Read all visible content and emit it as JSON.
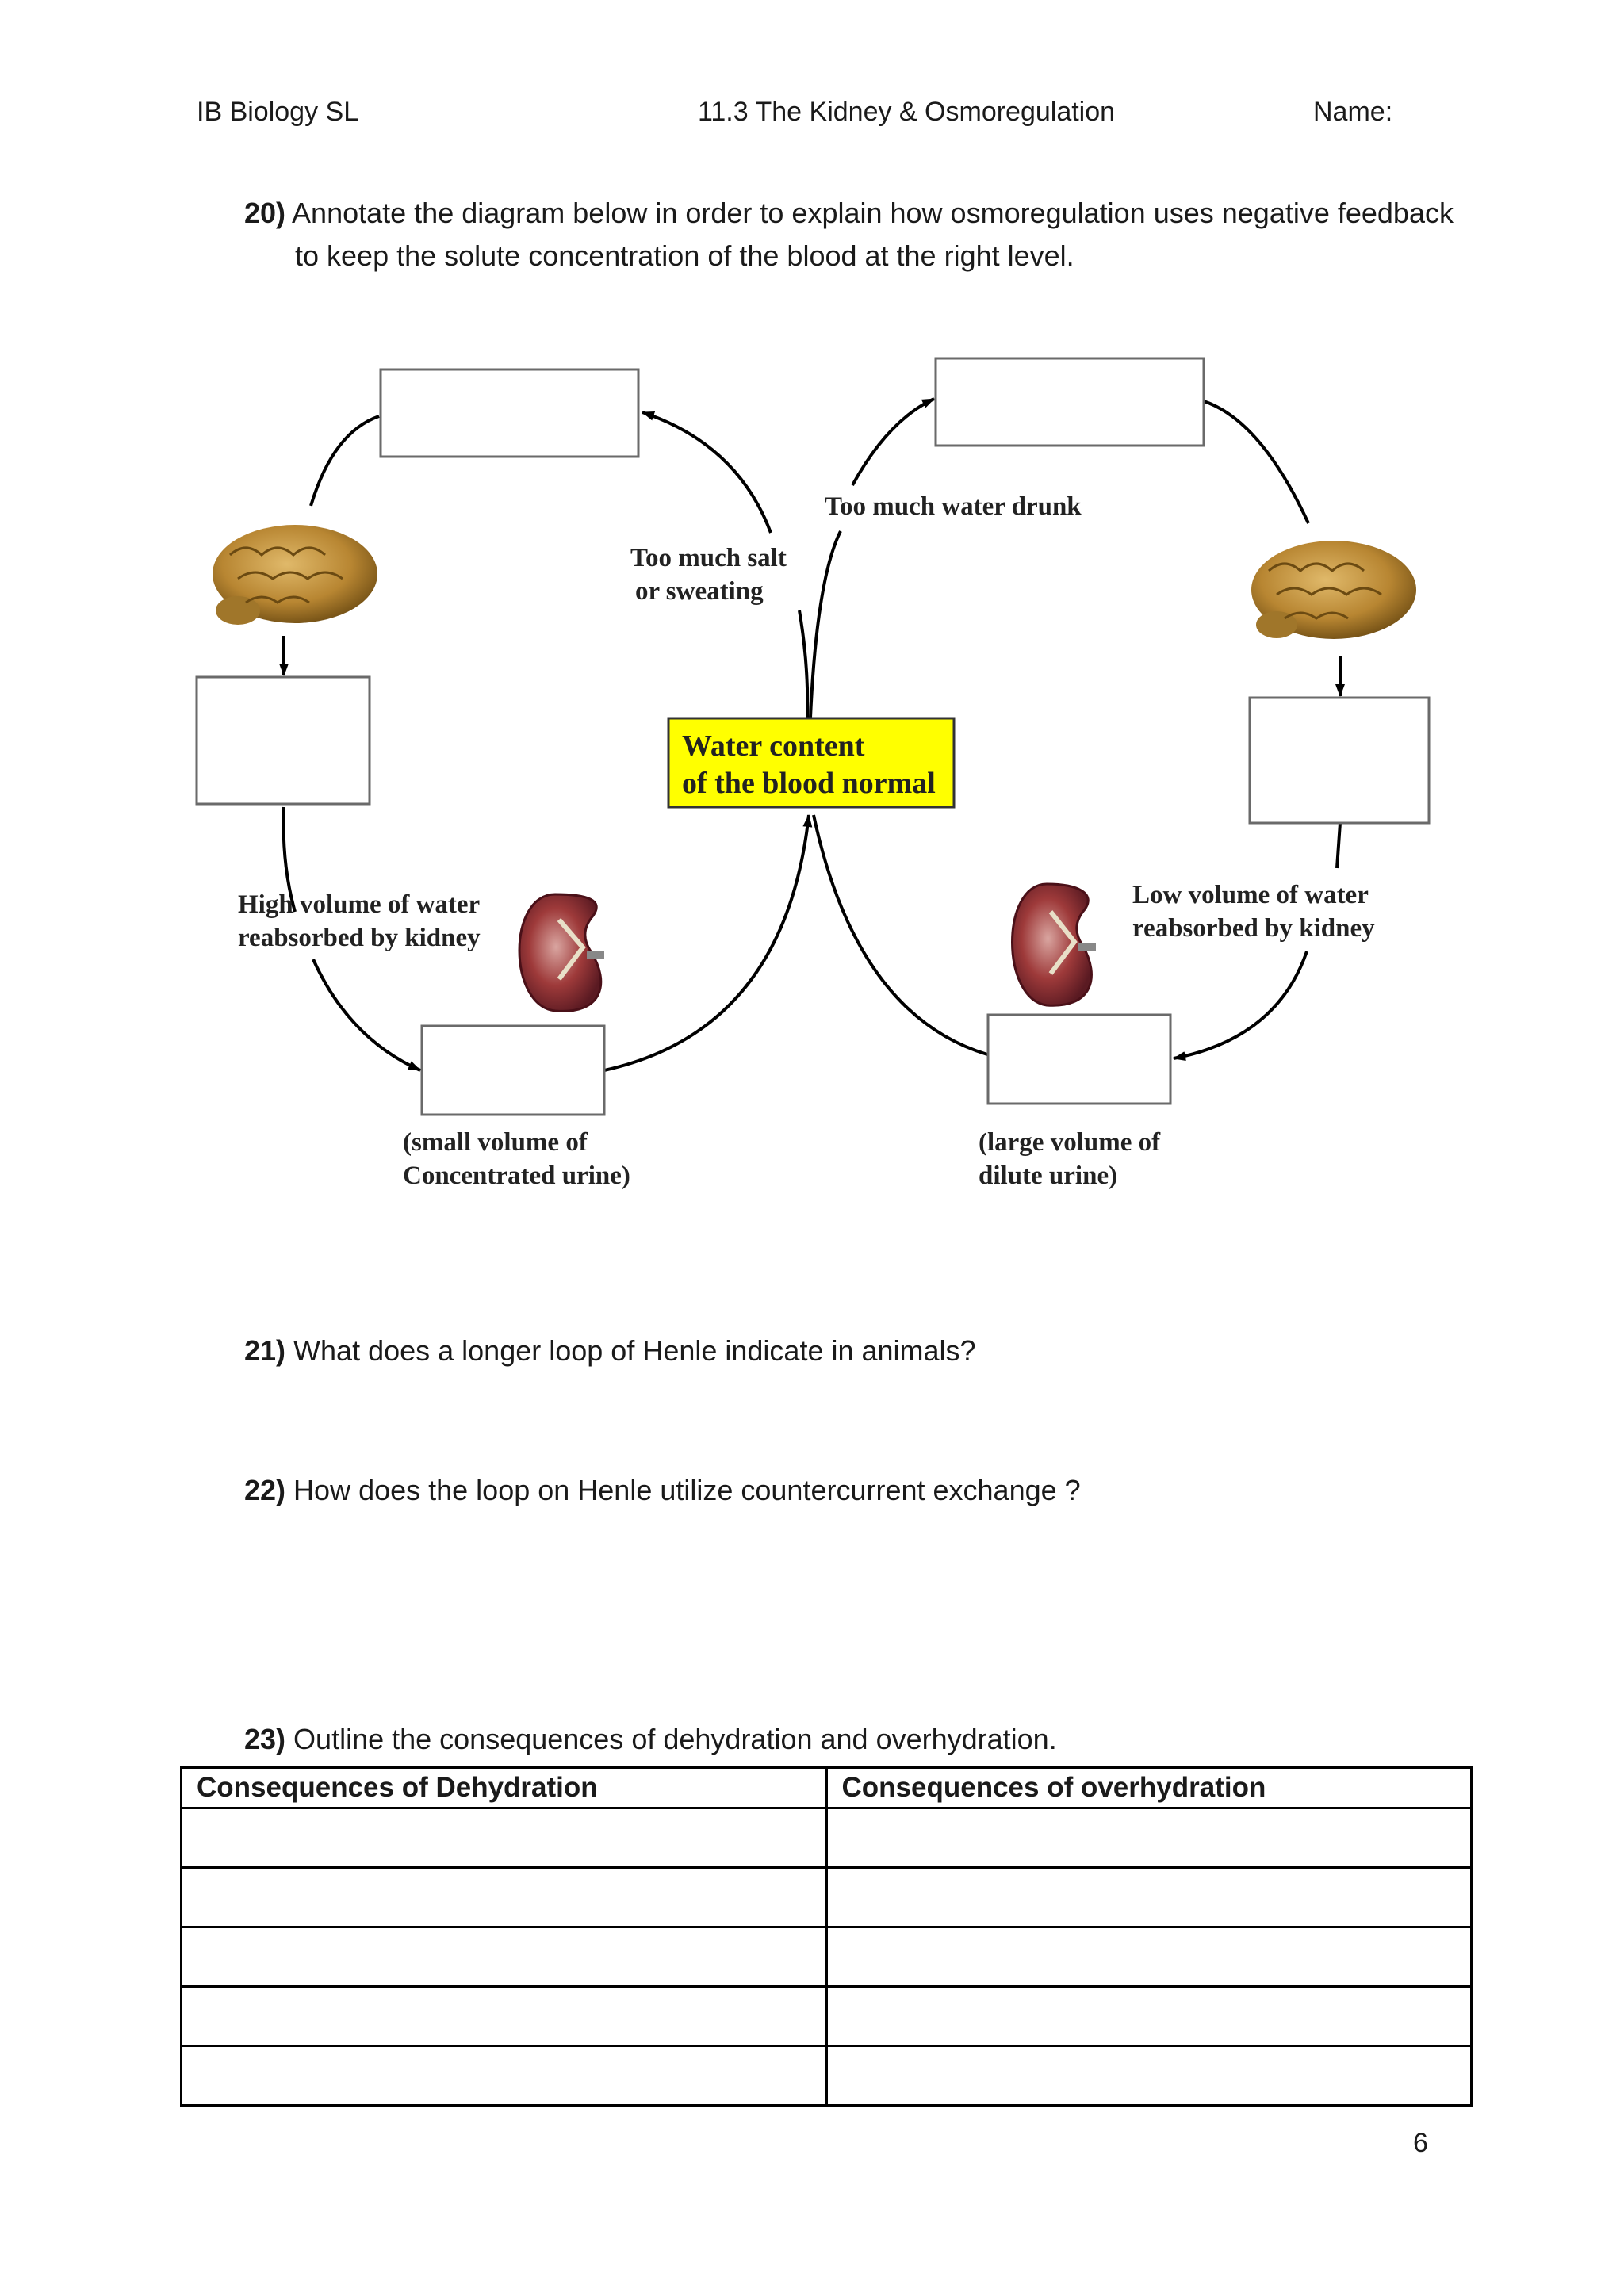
{
  "header": {
    "course": "IB Biology SL",
    "topic": "11.3 The Kidney & Osmoregulation",
    "name_label": "Name:"
  },
  "questions": {
    "q20": {
      "number": "20)",
      "line1": "Annotate the diagram below in order to explain how osmoregulation uses negative feedback",
      "line2": "to keep the solute concentration of the blood at the right level."
    },
    "q21": {
      "number": "21)",
      "text": "What does a longer loop of Henle indicate in animals?"
    },
    "q22": {
      "number": "22)",
      "text": "How does the loop on Henle utilize countercurrent exchange ?"
    },
    "q23": {
      "number": "23)",
      "text": "Outline the consequences of dehydration and overhydration."
    }
  },
  "diagram": {
    "center_label_line1": "Water content",
    "center_label_line2": "of the blood normal",
    "center_fill": "#ffff00",
    "left_trigger_line1": "Too much salt",
    "left_trigger_line2": "or sweating",
    "right_trigger": "Too much water drunk",
    "left_kidney_line1": "High volume of water",
    "left_kidney_line2": "reabsorbed by kidney",
    "right_kidney_line1": "Low volume of water",
    "right_kidney_line2": "reabsorbed by kidney",
    "left_urine_line1": "(small volume of",
    "left_urine_line2": "Concentrated urine)",
    "right_urine_line1": "(large volume of",
    "right_urine_line2": "dilute urine)"
  },
  "table": {
    "headers": [
      "Consequences of Dehydration",
      "Consequences of overhydration"
    ],
    "rows": 5
  },
  "page_number": "6"
}
